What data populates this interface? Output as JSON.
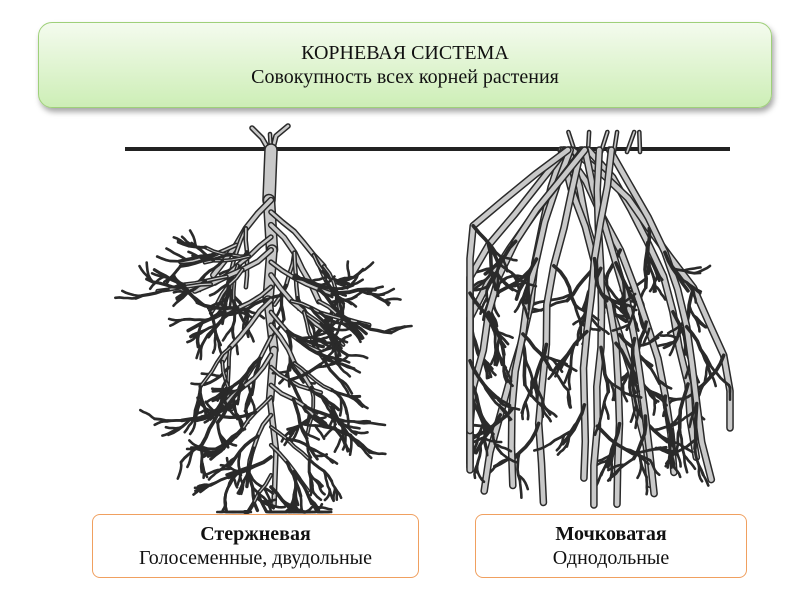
{
  "title": {
    "heading": "КОРНЕВАЯ СИСТЕМА",
    "subtitle": "Совокупность всех корней растения"
  },
  "labels": [
    {
      "name": "Стержневая",
      "description": "Голосеменные, двудольные"
    },
    {
      "name": "Мочковатая",
      "description": "Однодольные"
    }
  ],
  "colors": {
    "title_fill_top": "#f4fbee",
    "title_fill_bottom": "#cdeeb6",
    "title_border": "#9fd07a",
    "label_border": "#f0a060",
    "root_ink": "#2a2a2a",
    "root_fill": "#c9c9c9"
  }
}
